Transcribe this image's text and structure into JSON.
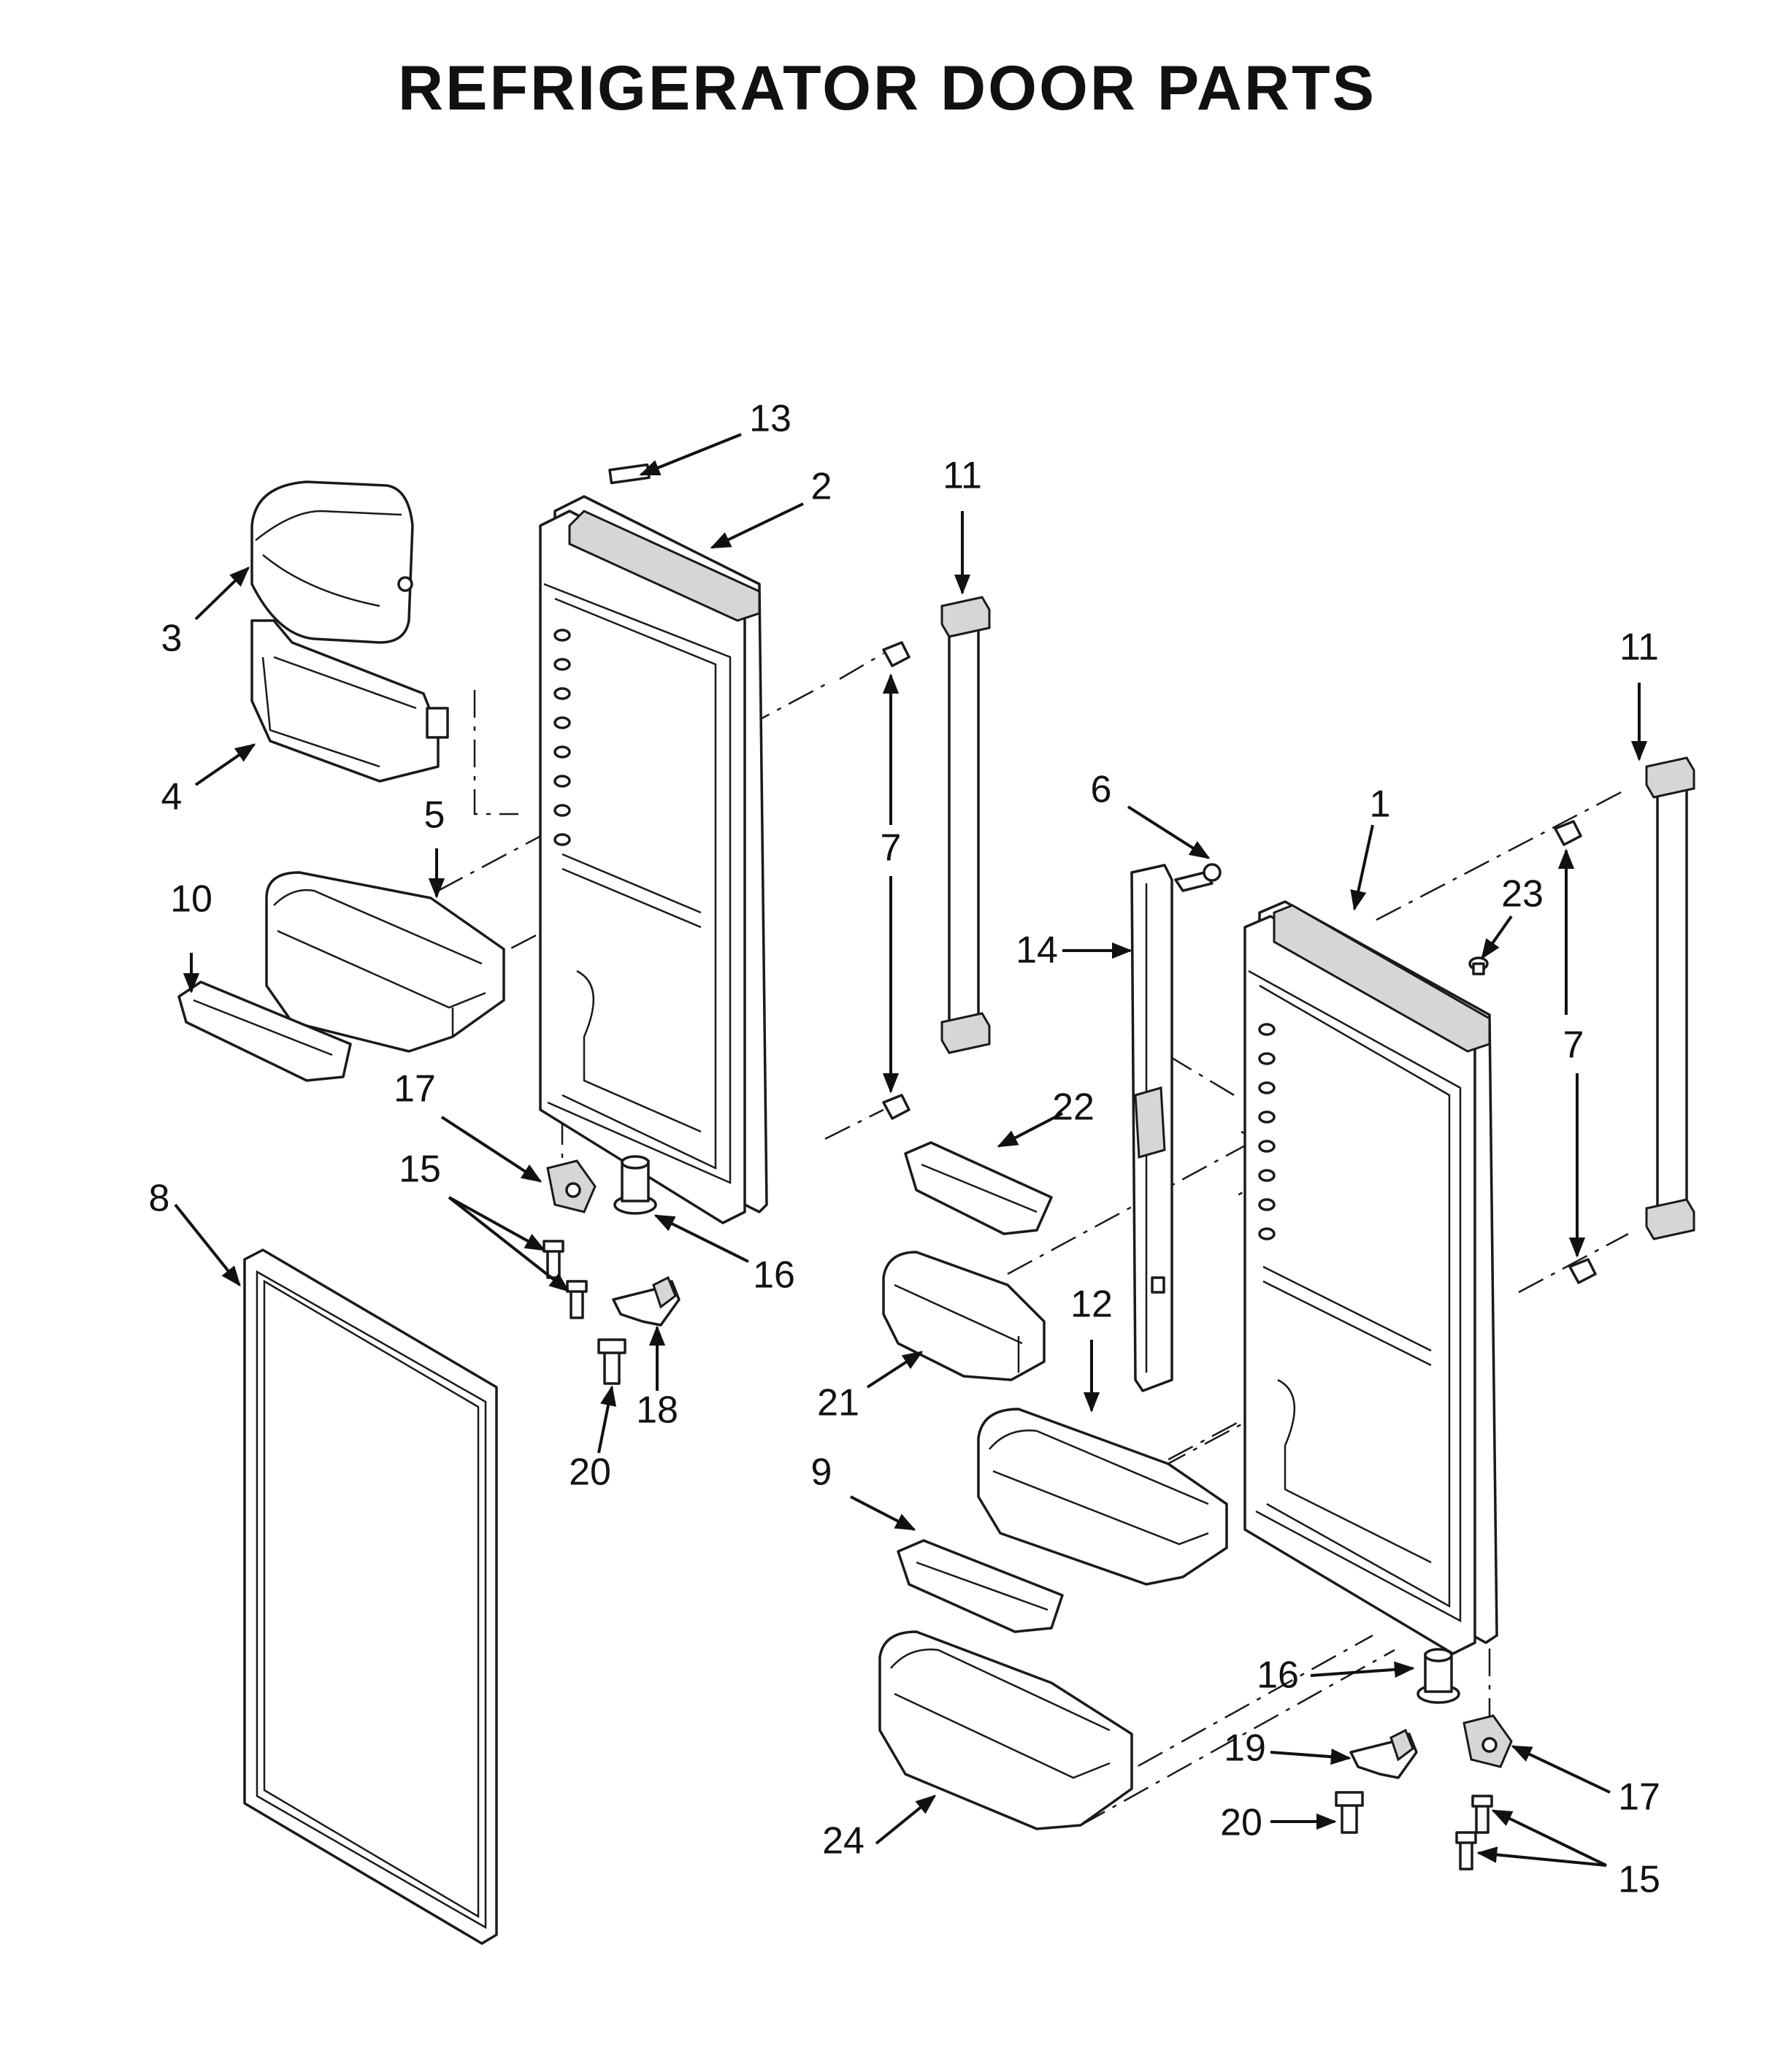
{
  "title": "REFRIGERATOR DOOR PARTS",
  "callouts": [
    {
      "id": "c13a",
      "label": "13"
    },
    {
      "id": "c2",
      "label": "2"
    },
    {
      "id": "c11a",
      "label": "11"
    },
    {
      "id": "c11b",
      "label": "11"
    },
    {
      "id": "c3",
      "label": "3"
    },
    {
      "id": "c4",
      "label": "4"
    },
    {
      "id": "c5",
      "label": "5"
    },
    {
      "id": "c10",
      "label": "10"
    },
    {
      "id": "c7a",
      "label": "7"
    },
    {
      "id": "c7b",
      "label": "7"
    },
    {
      "id": "c6",
      "label": "6"
    },
    {
      "id": "c1",
      "label": "1"
    },
    {
      "id": "c23",
      "label": "23"
    },
    {
      "id": "c14",
      "label": "14"
    },
    {
      "id": "c17a",
      "label": "17"
    },
    {
      "id": "c17b",
      "label": "17"
    },
    {
      "id": "c15a",
      "label": "15"
    },
    {
      "id": "c15b",
      "label": "15"
    },
    {
      "id": "c22",
      "label": "22"
    },
    {
      "id": "c8",
      "label": "8"
    },
    {
      "id": "c16a",
      "label": "16"
    },
    {
      "id": "c16b",
      "label": "16"
    },
    {
      "id": "c12",
      "label": "12"
    },
    {
      "id": "c18",
      "label": "18"
    },
    {
      "id": "c21",
      "label": "21"
    },
    {
      "id": "c20a",
      "label": "20"
    },
    {
      "id": "c20b",
      "label": "20"
    },
    {
      "id": "c9",
      "label": "9"
    },
    {
      "id": "c19",
      "label": "19"
    },
    {
      "id": "c24",
      "label": "24"
    }
  ]
}
